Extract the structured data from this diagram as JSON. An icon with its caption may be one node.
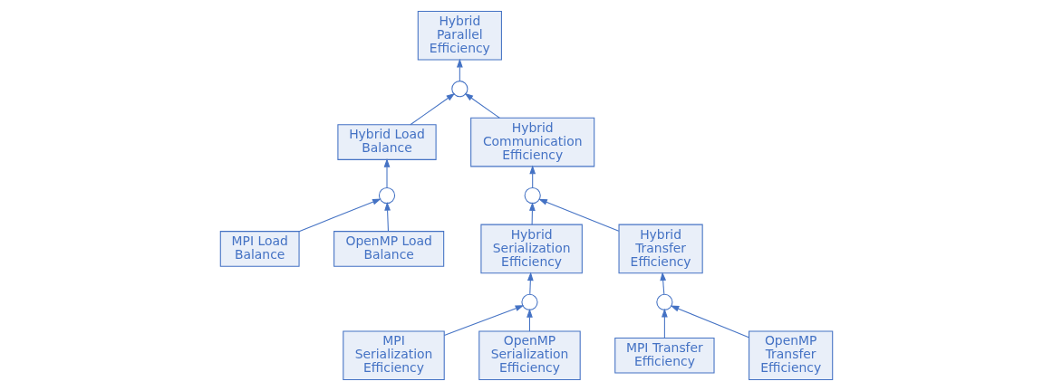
{
  "diagram": {
    "nodes": [
      {
        "text": [
          "Hybrid Parallel Efficiency"
        ]
      },
      {
        "text": [],
        "shape": "circle"
      },
      {
        "text": [
          "Hybrid Load Balance"
        ]
      },
      {
        "text": [
          "Hybrid Communication Efficiency"
        ]
      },
      {
        "text": [],
        "shape": "circle"
      },
      {
        "text": [],
        "shape": "circle"
      },
      {
        "text": [
          "MPI Load Balance"
        ]
      },
      {
        "text": [
          "OpenMP Load Balance"
        ]
      },
      {
        "text": [
          "Hybrid Serialization Efficiency"
        ]
      },
      {
        "text": [
          "Hybrid Transfer Efficiency"
        ]
      },
      {
        "text": [],
        "shape": "circle"
      },
      {
        "text": [],
        "shape": "circle"
      },
      {
        "text": [
          "MPI Serialization Efficiency"
        ]
      },
      {
        "text": [
          "OpenMP Serialization Efficiency"
        ]
      },
      {
        "text": [
          "MPI Transfer Efficiency"
        ]
      },
      {
        "text": [
          "OpenMP Transfer Efficiency"
        ]
      }
    ],
    "edges": [
      {
        "from": 1,
        "to": 0,
        "arrow": "to"
      },
      {
        "from": 2,
        "to": 1,
        "arrow": "to"
      },
      {
        "from": 3,
        "to": 1,
        "arrow": "to"
      },
      {
        "from": 4,
        "to": 2,
        "arrow": "to"
      },
      {
        "from": 6,
        "to": 4,
        "arrow": "to"
      },
      {
        "from": 7,
        "to": 4,
        "arrow": "to"
      },
      {
        "from": 5,
        "to": 3,
        "arrow": "to"
      },
      {
        "from": 8,
        "to": 5,
        "arrow": "to"
      },
      {
        "from": 9,
        "to": 5,
        "arrow": "to"
      },
      {
        "from": 10,
        "to": 8,
        "arrow": "to"
      },
      {
        "from": 12,
        "to": 10,
        "arrow": "to"
      },
      {
        "from": 13,
        "to": 10,
        "arrow": "to"
      },
      {
        "from": 11,
        "to": 9,
        "arrow": "to"
      },
      {
        "from": 14,
        "to": 11,
        "arrow": "to"
      },
      {
        "from": 15,
        "to": 11,
        "arrow": "to"
      }
    ]
  }
}
